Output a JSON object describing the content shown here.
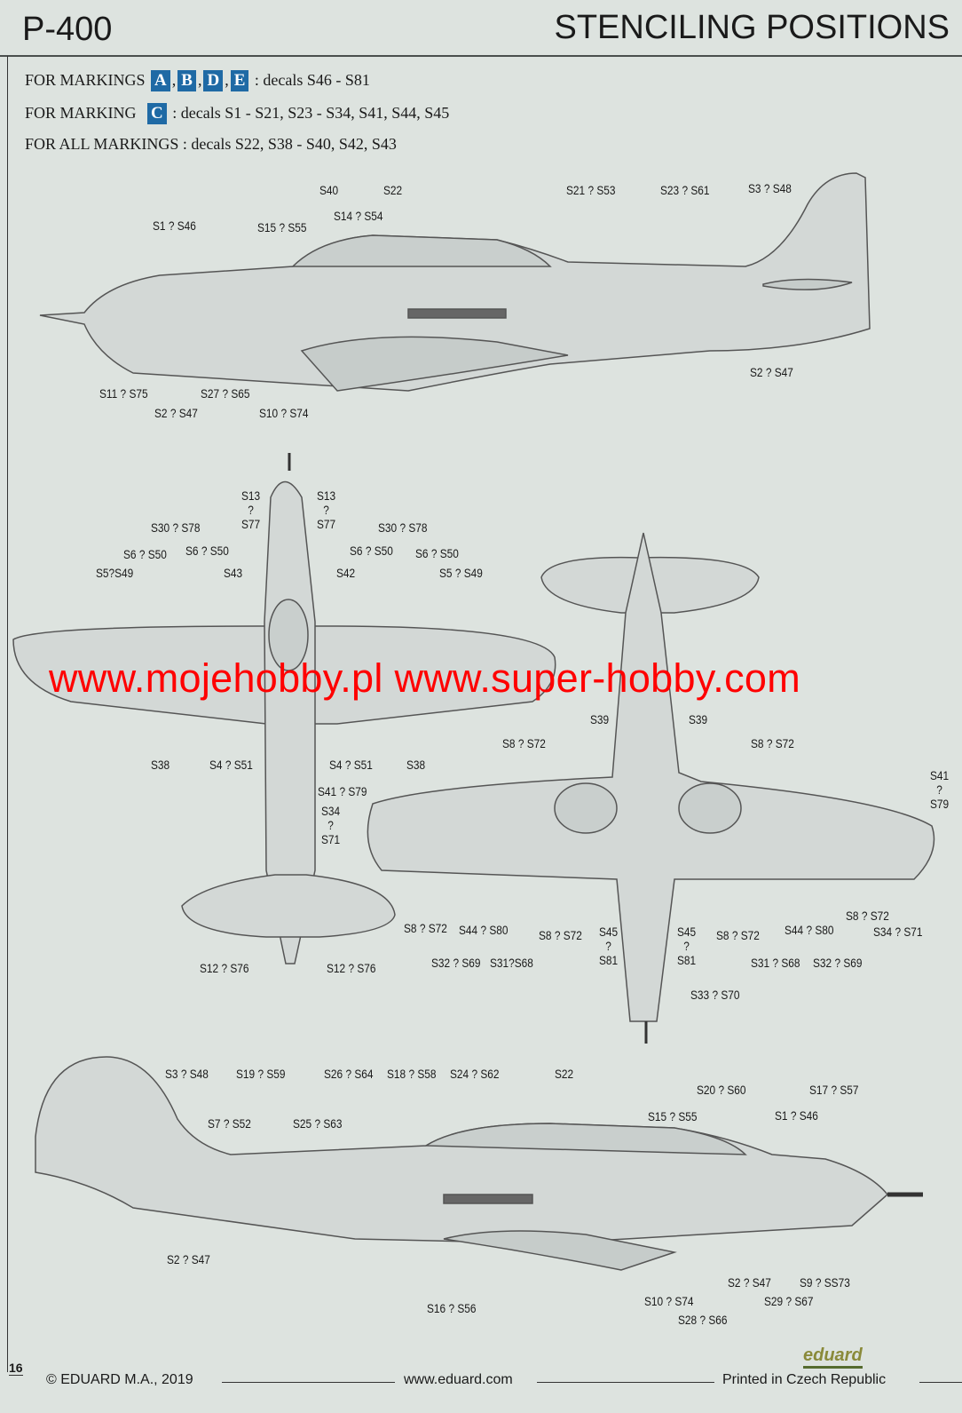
{
  "header": {
    "model": "P-400",
    "title": "STENCILING POSITIONS"
  },
  "instructions": {
    "line1_prefix": "FOR MARKINGS",
    "line1_badges": [
      "A",
      "B",
      "D",
      "E"
    ],
    "line1_suffix": ": decals S46 - S81",
    "line2_prefix": "FOR MARKING",
    "line2_badge": "C",
    "line2_suffix": ": decals S1 - S21, S23 - S34, S41, S44, S45",
    "line3": "FOR ALL MARKINGS : decals S22, S38 - S40, S42, S43"
  },
  "labels": [
    "S40",
    "S22",
    "S1 ? S46",
    "S15 ? S55",
    "S14 ? S54",
    "S21 ? S53",
    "S23 ? S61",
    "S3 ? S48",
    "S11 ? S75",
    "S2 ? S47",
    "S27 ? S65",
    "S10 ? S74",
    "S2 ? S47",
    "S13\n?\nS77",
    "S13\n?\nS77",
    "S30 ? S78",
    "S6 ? S50",
    "S6 ? S50",
    "S5?S49",
    "S43",
    "S30 ? S78",
    "S6 ? S50",
    "S6 ? S50",
    "S42",
    "S5 ? S49",
    "S38",
    "S4 ? S51",
    "S4 ? S51",
    "S38",
    "S41 ? S79",
    "S34\n?\nS71",
    "S12 ? S76",
    "S12 ? S76",
    "S39",
    "S39",
    "S8 ? S72",
    "S8 ? S72",
    "S41\n?\nS79",
    "S8 ? S72",
    "S44 ? S80",
    "S8 ? S72",
    "S45\n?\nS81",
    "S45\n?\nS81",
    "S8 ? S72",
    "S44 ? S80",
    "S8 ? S72",
    "S34 ? S71",
    "S32 ? S69",
    "S31?S68",
    "S31 ? S68",
    "S32 ? S69",
    "S33 ? S70",
    "S3 ? S48",
    "S19 ? S59",
    "S26 ? S64",
    "S18 ? S58",
    "S24 ? S62",
    "S22",
    "S20 ? S60",
    "S17 ? S57",
    "S7 ? S52",
    "S25 ? S63",
    "S15 ? S55",
    "S1 ? S46",
    "S2 ? S47",
    "S2 ? S47",
    "S9 ? SS73",
    "S29 ? S67",
    "S10 ? S74",
    "S16 ? S56",
    "S28 ? S66"
  ],
  "watermark": "www.mojehobby.pl www.super-hobby.com",
  "footer": {
    "page": "16",
    "copyright": "© EDUARD M.A., 2019",
    "website": "www.eduard.com",
    "printed": "Printed in Czech Republic",
    "logo": "eduard"
  },
  "colors": {
    "badge": "#1f6aa5",
    "watermark": "#ff0000",
    "airframe": "#d3d8d6"
  }
}
